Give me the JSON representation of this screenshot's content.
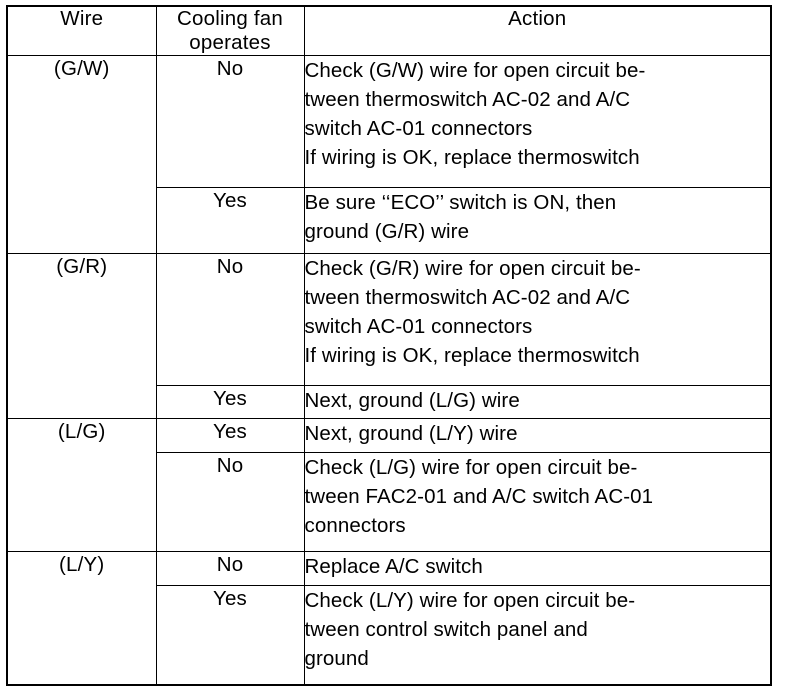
{
  "table": {
    "headers": [
      {
        "label": "Wire"
      },
      {
        "label": "Cooling fan",
        "label2": "operates"
      },
      {
        "label": "Action"
      }
    ],
    "groups": [
      {
        "wire": "(G/W)",
        "rows": [
          {
            "fan": "No",
            "action_lines": [
              "Check (G/W) wire for open circuit be-",
              "tween thermoswitch AC-02 and A/C",
              "switch AC-01 connectors",
              "If wiring is OK, replace thermoswitch"
            ]
          },
          {
            "fan": "Yes",
            "action_lines": [
              "Be sure ‘‘ECO’’ switch is ON, then",
              "ground (G/R) wire"
            ]
          }
        ]
      },
      {
        "wire": "(G/R)",
        "rows": [
          {
            "fan": "No",
            "action_lines": [
              "Check (G/R) wire for open circuit be-",
              "tween thermoswitch AC-02 and A/C",
              "switch AC-01 connectors",
              "If wiring is OK, replace thermoswitch"
            ]
          },
          {
            "fan": "Yes",
            "action_lines": [
              "Next, ground (L/G) wire"
            ]
          }
        ]
      },
      {
        "wire": "(L/G)",
        "rows": [
          {
            "fan": "Yes",
            "action_lines": [
              "Next, ground (L/Y) wire"
            ]
          },
          {
            "fan": "No",
            "action_lines": [
              "Check (L/G) wire for open circuit be-",
              "tween FAC2-01 and A/C switch AC-01",
              "connectors"
            ]
          }
        ]
      },
      {
        "wire": "(L/Y)",
        "rows": [
          {
            "fan": "No",
            "action_lines": [
              "Replace A/C switch"
            ]
          },
          {
            "fan": "Yes",
            "action_lines": [
              "Check (L/Y) wire for open circuit be-",
              "tween control switch panel and",
              "ground"
            ]
          }
        ]
      }
    ]
  },
  "colors": {
    "ink": "#000000",
    "paper": "#ffffff"
  }
}
